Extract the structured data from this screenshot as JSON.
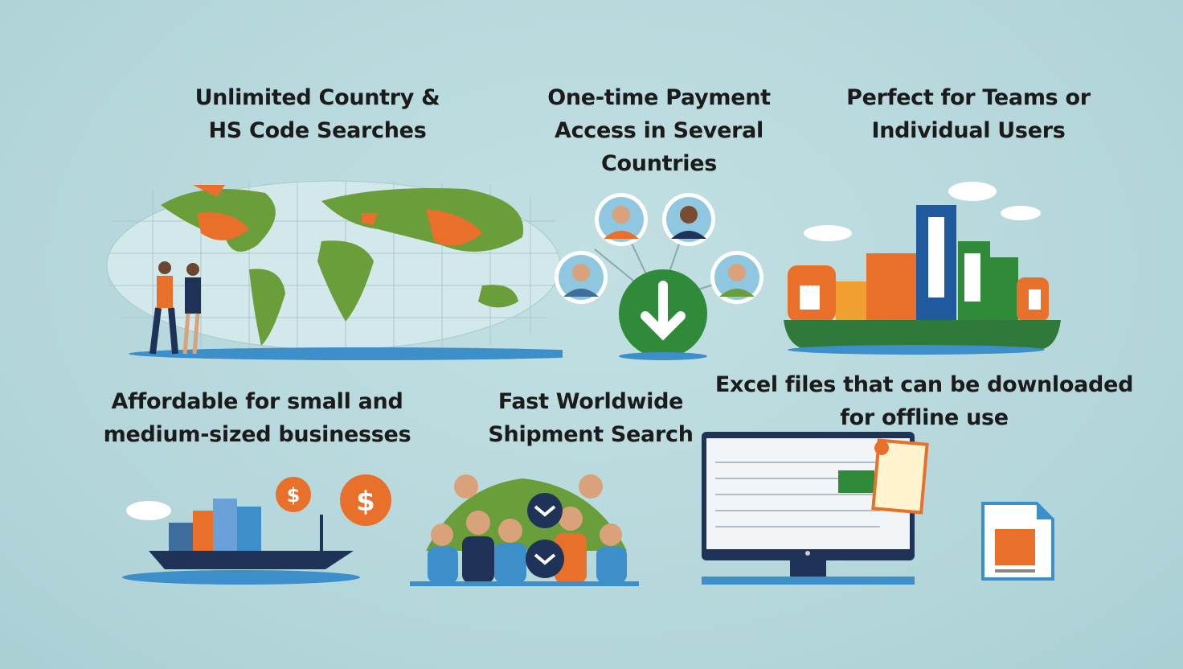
{
  "features": [
    {
      "id": "unlimited",
      "line1": "Unlimited Country &",
      "line2": "HS Code Searches"
    },
    {
      "id": "payment",
      "line1": "One-time Payment",
      "line2": "Access in Several",
      "line3": "Countries"
    },
    {
      "id": "teams",
      "line1": "Perfect for Teams or",
      "line2": "Individual Users"
    },
    {
      "id": "affordable",
      "line1": "Affordable for small and",
      "line2": "medium-sized businesses"
    },
    {
      "id": "fast",
      "line1": "Fast Worldwide",
      "line2": "Shipment Search"
    },
    {
      "id": "excel",
      "line1": "Excel files that can be downloaded",
      "line2": "for offline use"
    }
  ],
  "colors": {
    "green": "#6a9e3a",
    "orange": "#e8702a",
    "navy": "#1f3358",
    "blue": "#3d8fc9",
    "background": "#b6d8dc"
  },
  "icons": [
    "world-map-icon",
    "people-icon",
    "download-icon",
    "buildings-icon",
    "cargo-ship-icon",
    "dollar-icon",
    "team-icon",
    "monitor-icon",
    "excel-file-icon"
  ]
}
